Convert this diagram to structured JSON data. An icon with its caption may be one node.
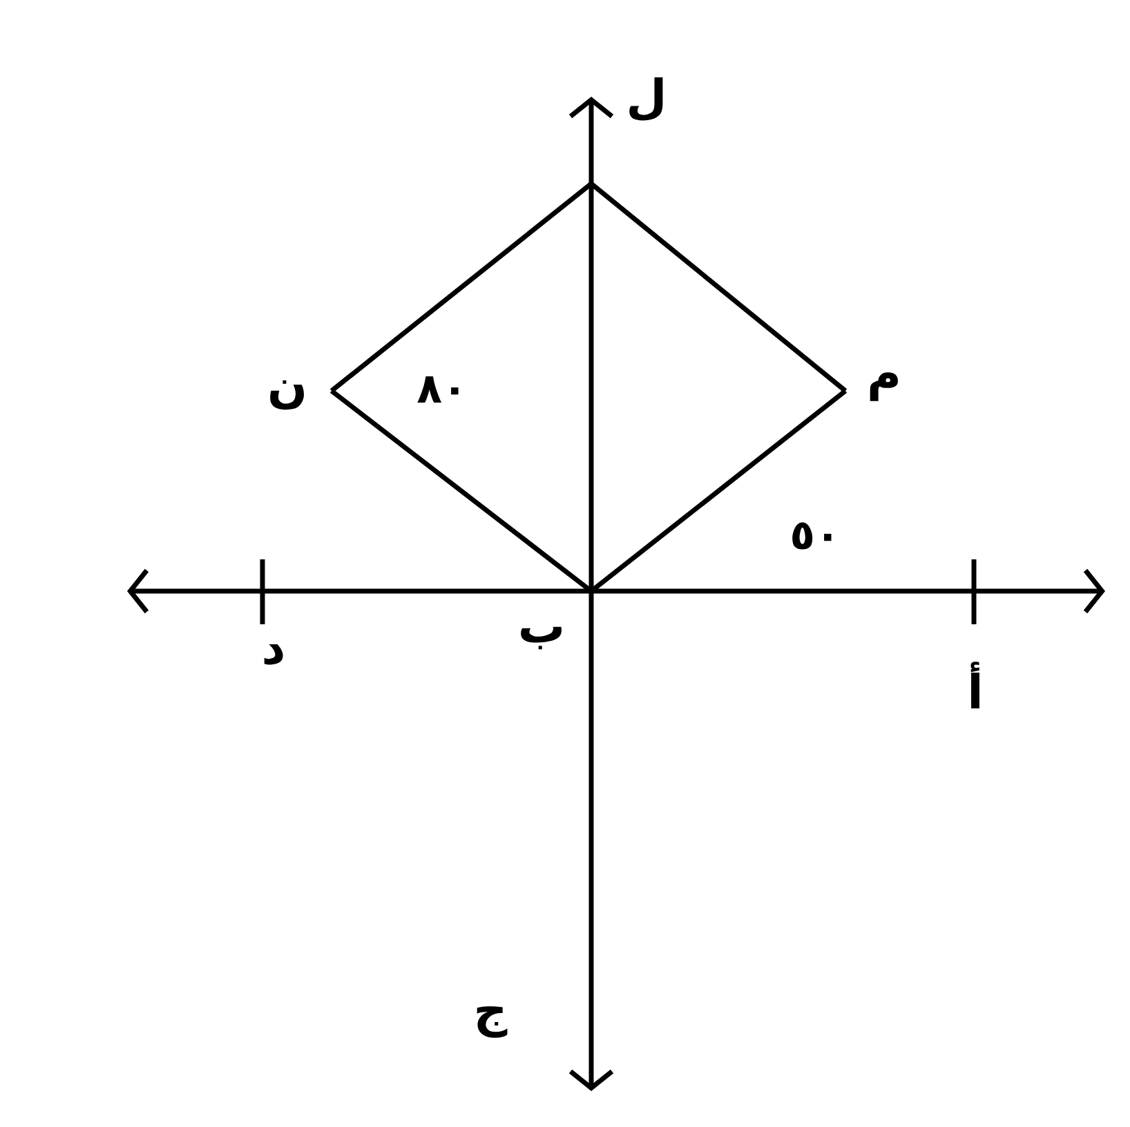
{
  "diagram": {
    "nodes": [
      {
        "text": [
          "ل"
        ]
      },
      {
        "text": [
          "ن"
        ]
      },
      {
        "text": [
          "م"
        ]
      },
      {
        "text": [
          "ب"
        ]
      },
      {
        "text": [
          "د"
        ]
      },
      {
        "text": [
          "أ"
        ]
      },
      {
        "text": [
          "ج"
        ]
      }
    ],
    "edges": [
      {
        "from": 3,
        "to": 0,
        "arrow": "to"
      },
      {
        "from": 3,
        "to": 6,
        "arrow": "to"
      },
      {
        "from": 3,
        "to": 2,
        "arrow": "none"
      },
      {
        "from": 2,
        "to": 1,
        "arrow": "none"
      },
      {
        "from": 1,
        "to": 3,
        "arrow": "none"
      }
    ],
    "labels": [
      "٨٠",
      "٥٠"
    ]
  }
}
